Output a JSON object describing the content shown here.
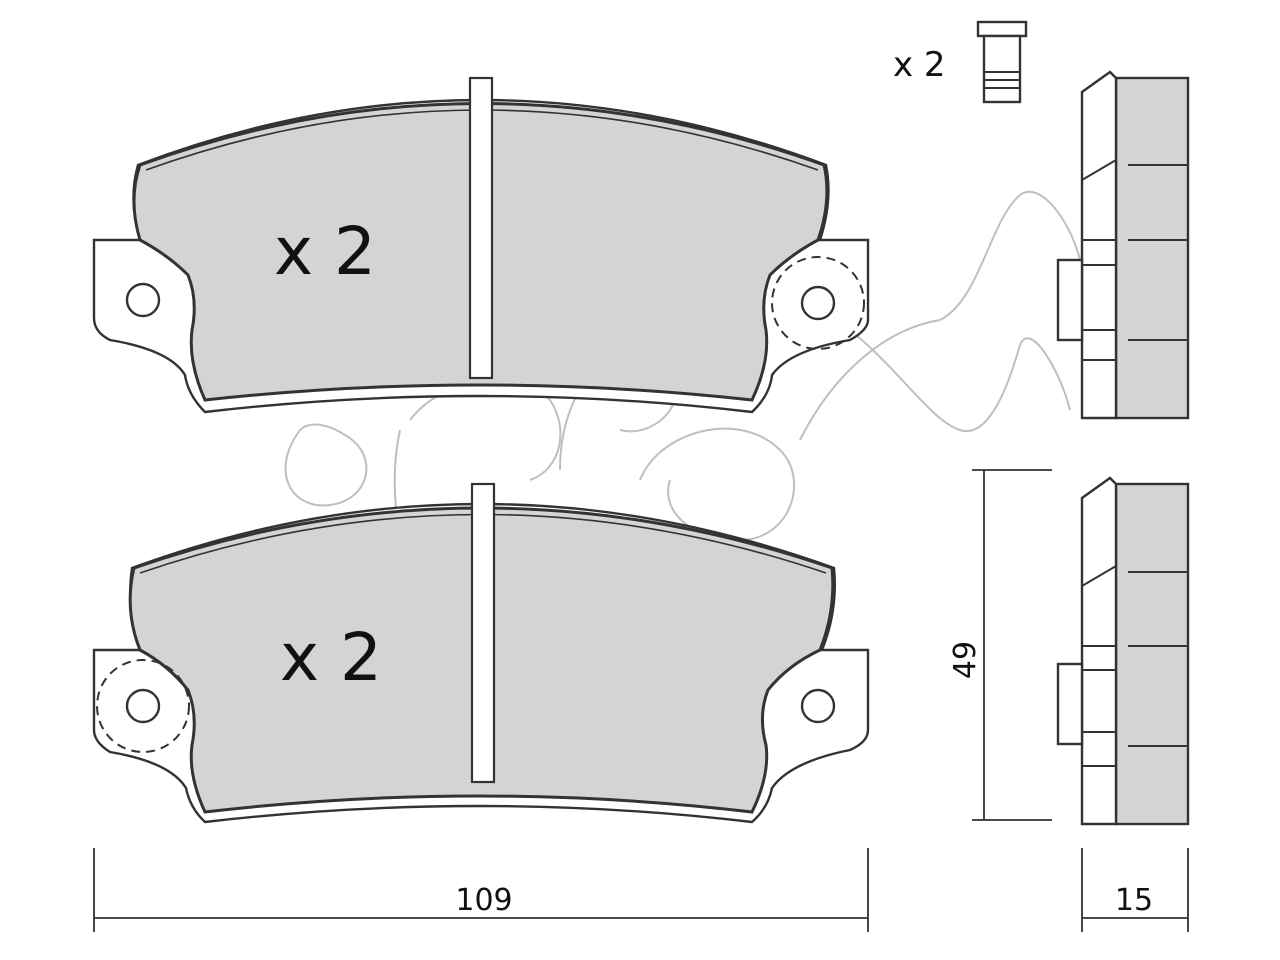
{
  "labels": {
    "top_pad_quantity": "x 2",
    "bottom_pad_quantity": "x 2",
    "pin_quantity": "x 2"
  },
  "dimensions": {
    "width": "109",
    "height": "49",
    "thickness": "15"
  },
  "colors": {
    "lining": "#d4d4d4",
    "outline": "#333333",
    "watermark": "#b8b8b8"
  }
}
